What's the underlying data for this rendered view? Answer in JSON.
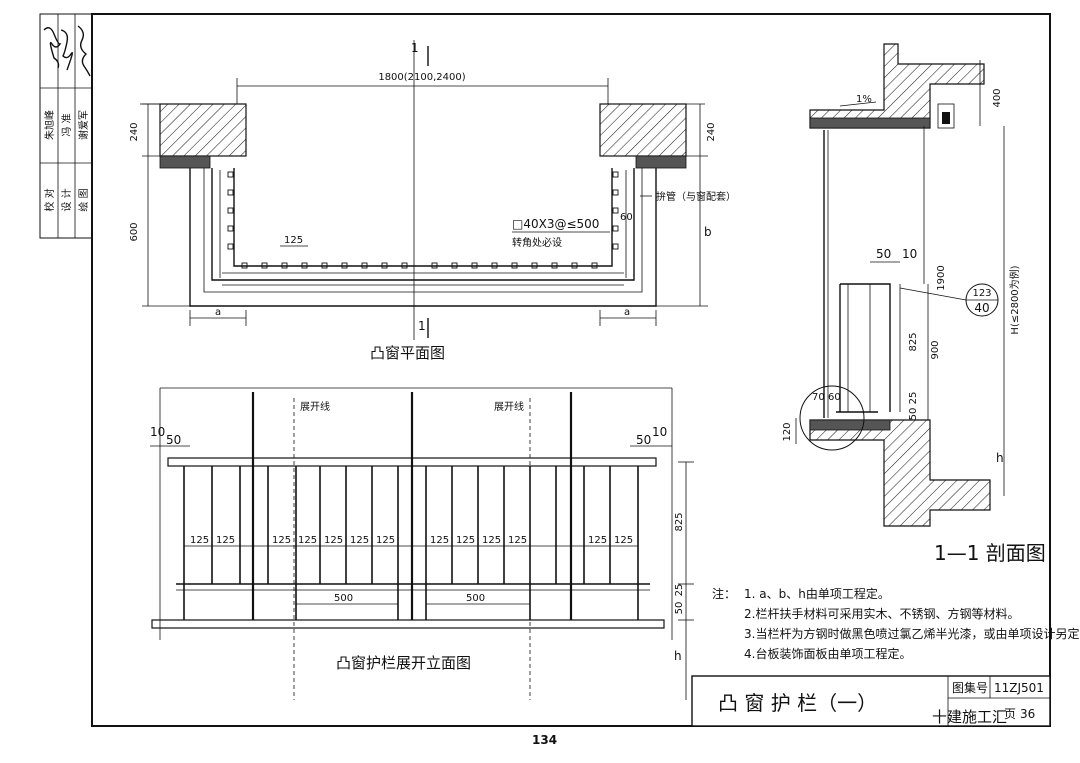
{
  "sidebar": {
    "col1": [
      "朱旭峰",
      "冯 准",
      "谢爱军"
    ],
    "col2": [
      "校 对",
      "设 计",
      "绘 图"
    ]
  },
  "plan": {
    "section_mark": "1",
    "section_mark_bottom": "1",
    "width_dim": "1800(2100,2400)",
    "dim_240_left": "240",
    "dim_240_right": "240",
    "dim_600": "600",
    "dim_b": "b",
    "dim_a_left": "a",
    "dim_a_right": "a",
    "dim_125": "125",
    "dim_60": "60",
    "label_pipe": "拚管（与窗配套）",
    "label_tube": "□40X3@≤500",
    "label_corner": "转角处必设",
    "title": "凸窗平面图"
  },
  "section": {
    "slope": "1%",
    "dim_400": "400",
    "dim_1900": "1900",
    "dim_H": "H(≤2800为例)",
    "dim_825": "825",
    "dim_900": "900",
    "dim_25": "25",
    "dim_50v": "50",
    "dim_120": "120",
    "dim_h": "h",
    "dim_50": "50",
    "dim_10": "10",
    "dim_70": "70",
    "dim_60b": "60",
    "detail_top": "123",
    "detail_bottom": "40",
    "title": "1—1 剖面图"
  },
  "elevation": {
    "unfold_line_1": "展开线",
    "unfold_line_2": "展开线",
    "dim_10_left": "10",
    "dim_50_left": "50",
    "dim_50_right": "50",
    "dim_10_right": "10",
    "spacings": [
      "125",
      "125",
      "125",
      "125",
      "125",
      "125",
      "125",
      "125",
      "125",
      "125",
      "125",
      "125",
      "125"
    ],
    "dim_500_a": "500",
    "dim_500_b": "500",
    "dim_825": "825",
    "dim_25": "25",
    "dim_50": "50",
    "dim_h": "h",
    "title": "凸窗护栏展开立面图"
  },
  "notes": {
    "heading": "注：",
    "items": [
      "1. a、b、h由单项工程定。",
      "2.栏杆扶手材料可采用实木、不锈钢、方钢等材料。",
      "3.当栏杆为方钢时做黑色喷过氯乙烯半光漆，或由单项设计另定。",
      "4.台板装饰面板由单项工程定。"
    ]
  },
  "title_block": {
    "title": "凸 窗 护 栏（一）",
    "atlas_label": "图集号",
    "atlas_no": "11ZJ501",
    "page_label": "页",
    "page_no": "36",
    "watermark": "十建施工汇"
  },
  "page_number": "134"
}
